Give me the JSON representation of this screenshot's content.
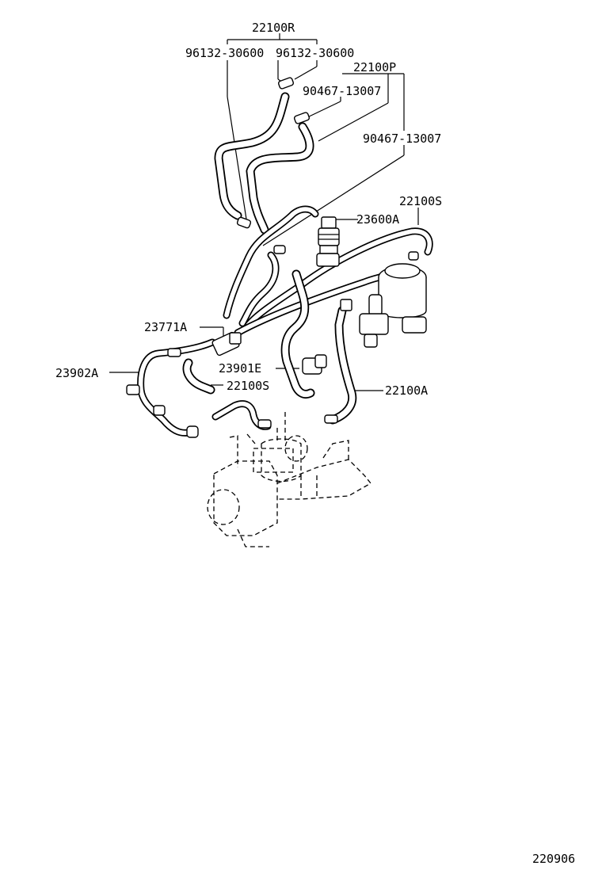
{
  "labels": {
    "l_22100R": "22100R",
    "l_96132_a": "96132-30600",
    "l_96132_b": "96132-30600",
    "l_22100P": "22100P",
    "l_90467_a": "90467-13007",
    "l_90467_b": "90467-13007",
    "l_22100S_a": "22100S",
    "l_23600A": "23600A",
    "l_23771A": "23771A",
    "l_23902A": "23902A",
    "l_23901E": "23901E",
    "l_22100S_b": "22100S",
    "l_22100A": "22100A"
  },
  "figure_code": "220906",
  "colors": {
    "line": "#000000",
    "background": "#ffffff"
  }
}
